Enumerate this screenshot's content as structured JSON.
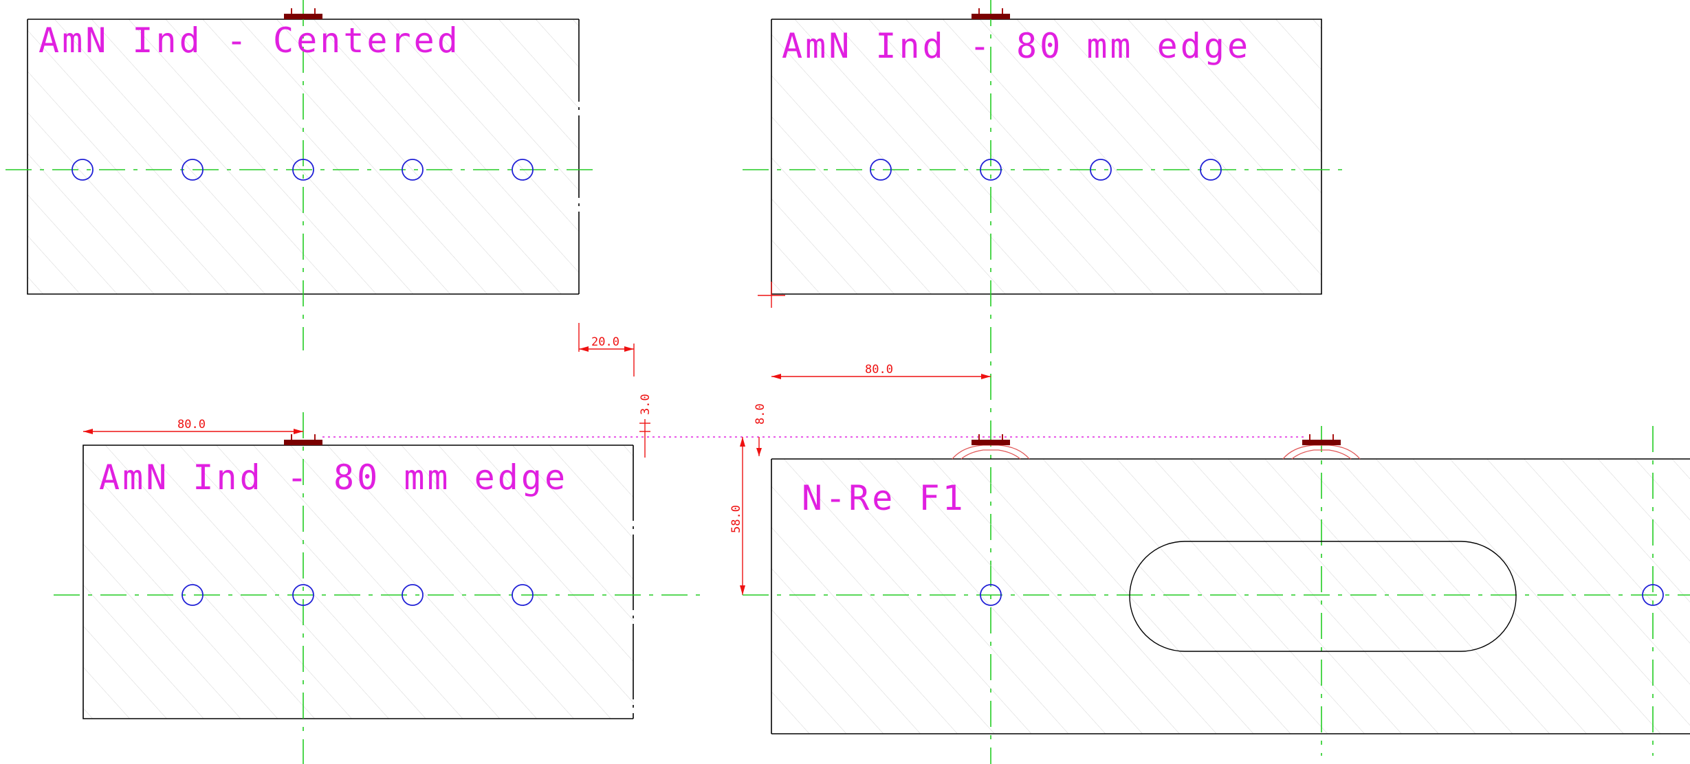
{
  "panels": [
    {
      "id": "panel-1",
      "label": "AmN Ind - Centered"
    },
    {
      "id": "panel-2",
      "label": "AmN Ind - 80 mm edge"
    },
    {
      "id": "panel-3",
      "label": "AmN Ind - 80 mm edge"
    },
    {
      "id": "panel-4",
      "label": "N-Re F1"
    }
  ],
  "dimensions": {
    "gap_horizontal": "20.0",
    "edge_offset_top": "80.0",
    "edge_offset_bottom": "80.0",
    "marker_height": "3.0",
    "bevel_offset": "8.0",
    "centerline_depth": "58.0"
  },
  "colors": {
    "outline": "#000000",
    "hatch": "#cfcfcf",
    "center_line": "#22cc22",
    "hole": "#1f1fd6",
    "dimension": "#ee1111",
    "label": "#e020e0",
    "marker": "#7a0000"
  }
}
